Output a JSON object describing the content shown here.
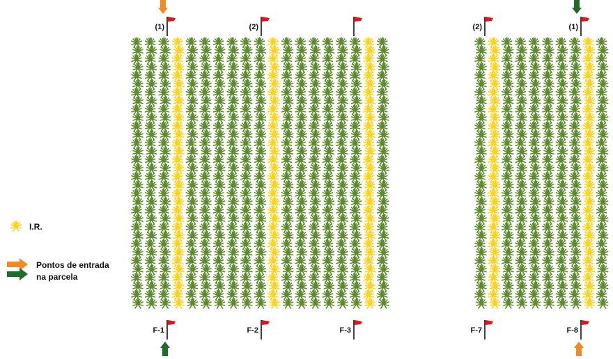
{
  "colors": {
    "plant_normal": "#5c8a2c",
    "plant_ir": "#ffd21c",
    "flag": "#e8141c",
    "arrow_orange": "#f08a24",
    "arrow_green": "#1f6b2a",
    "pole": "#111111"
  },
  "legend": {
    "ir_label": "I.R.",
    "entry_label_line1": "Pontos de entrada",
    "entry_label_line2": "na parcela"
  },
  "plot_left": {
    "row_count": 19,
    "plants_per_row": 32,
    "ir_rows": [
      3,
      10,
      17
    ],
    "top_markers": [
      {
        "label": "(1)",
        "arrow": "orange"
      },
      {
        "label": "(2)",
        "arrow": ""
      },
      {
        "label": "",
        "arrow": ""
      }
    ],
    "bottom_markers": [
      {
        "label": "F-1",
        "arrow": "green"
      },
      {
        "label": "F-2",
        "arrow": ""
      },
      {
        "label": "F-3",
        "arrow": ""
      }
    ]
  },
  "plot_right": {
    "row_count": 10,
    "plants_per_row": 32,
    "ir_rows": [
      1,
      8
    ],
    "top_markers": [
      {
        "label": "(2)",
        "arrow": ""
      },
      {
        "label": "(1)",
        "arrow": "green"
      }
    ],
    "bottom_markers": [
      {
        "label": "F-7",
        "arrow": ""
      },
      {
        "label": "F-8",
        "arrow": "orange"
      }
    ]
  }
}
